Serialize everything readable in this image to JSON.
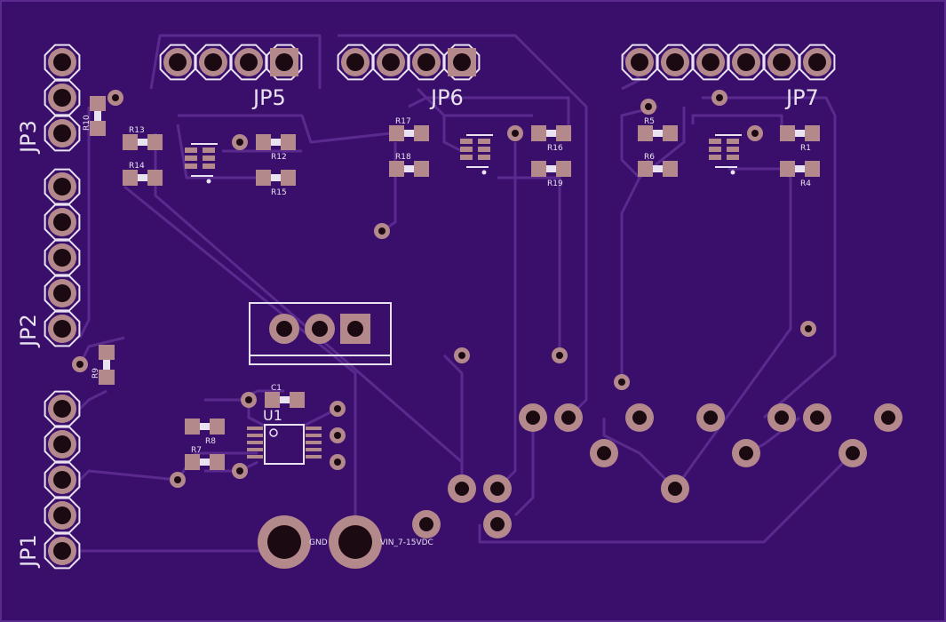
{
  "board": {
    "colors": {
      "background": "#2a0c4e",
      "board": "#3a0f6c",
      "trace": "#5a2a8e",
      "pad": "#b4898c",
      "hole": "#1b0a12",
      "silkscreen": "#e9e2f0"
    }
  },
  "headers": {
    "jp1": "JP1",
    "jp2": "JP2",
    "jp3": "JP3",
    "jp5": "JP5",
    "jp6": "JP6",
    "jp7": "JP7"
  },
  "resistors": {
    "r1": "R1",
    "r4": "R4",
    "r5": "R5",
    "r6": "R6",
    "r7": "R7",
    "r8": "R8",
    "r9": "R9",
    "r10": "R10",
    "r12": "R12",
    "r13": "R13",
    "r14": "R14",
    "r15": "R15",
    "r16": "R16",
    "r17": "R17",
    "r18": "R18",
    "r19": "R19"
  },
  "capacitor": "C1",
  "ic": "U1",
  "power": {
    "gnd": "GND",
    "vin": "VIN_7-15VDC"
  }
}
